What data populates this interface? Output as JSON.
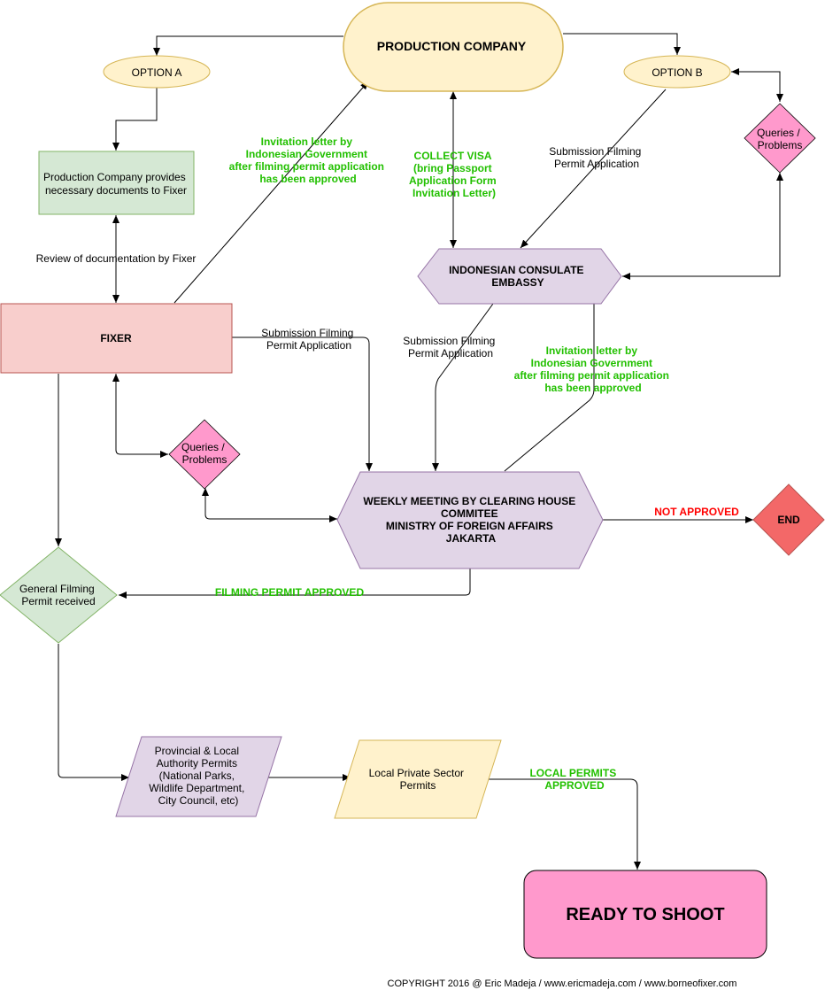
{
  "nodes": {
    "production_company": "PRODUCTION COMPANY",
    "option_a": "OPTION A",
    "option_b": "OPTION B",
    "provides_docs": [
      "Production Company provides",
      "necessary documents to Fixer"
    ],
    "fixer": "FIXER",
    "queries_right": [
      "Queries /",
      "Problems"
    ],
    "queries_left": [
      "Queries /",
      "Problems"
    ],
    "consulate": [
      "INDONESIAN CONSULATE",
      "EMBASSY"
    ],
    "weekly_meeting": [
      "WEEKLY MEETING BY CLEARING HOUSE",
      "COMMITEE",
      "MINISTRY OF FOREIGN AFFAIRS",
      "JAKARTA"
    ],
    "end": "END",
    "general_permit": [
      "General Filming",
      "Permit received"
    ],
    "provincial": [
      "Provincial & Local",
      "Authority Permits",
      "(National Parks,",
      "Wildlife Department,",
      "City Council, etc)"
    ],
    "private_sector": [
      "Local Private Sector",
      "Permits"
    ],
    "ready": "READY TO SHOOT"
  },
  "edge_labels": {
    "review_docs": "Review of documentation by Fixer",
    "invitation_left": [
      "Invitation letter by",
      "Indonesian Government",
      "after filming permit application",
      "has been approved"
    ],
    "collect_visa": [
      "COLLECT VISA",
      "(bring Passport",
      "Application Form",
      "Invitation Letter)"
    ],
    "submission_b": [
      "Submission Filming",
      "Permit Application"
    ],
    "submission_fixer": [
      "Submission Filming",
      "Permit Application"
    ],
    "submission_consulate": [
      "Submission Filming",
      "Permit Application"
    ],
    "invitation_right": [
      "Invitation letter by",
      "Indonesian Government",
      "after filming permit application",
      "has been approved"
    ],
    "not_approved": "NOT APPROVED",
    "filming_approved": "FILMING PERMIT APPROVED",
    "local_approved": [
      "LOCAL PERMITS",
      "APPROVED"
    ]
  },
  "footer": "COPYRIGHT 2016 @ Eric Madeja / www.ericmadeja.com / www.borneofixer.com",
  "colors": {
    "yellow": "#fff2cc",
    "yellow_stroke": "#d6b656",
    "green": "#d5e8d4",
    "green_stroke": "#82b366",
    "red_light": "#f8cecc",
    "red_stroke": "#b85450",
    "purple": "#e1d5e7",
    "purple_stroke": "#9673a6",
    "pink": "#ff99cc",
    "end_red": "#f36868",
    "text_green": "#22c000",
    "text_red": "#ff0000"
  }
}
